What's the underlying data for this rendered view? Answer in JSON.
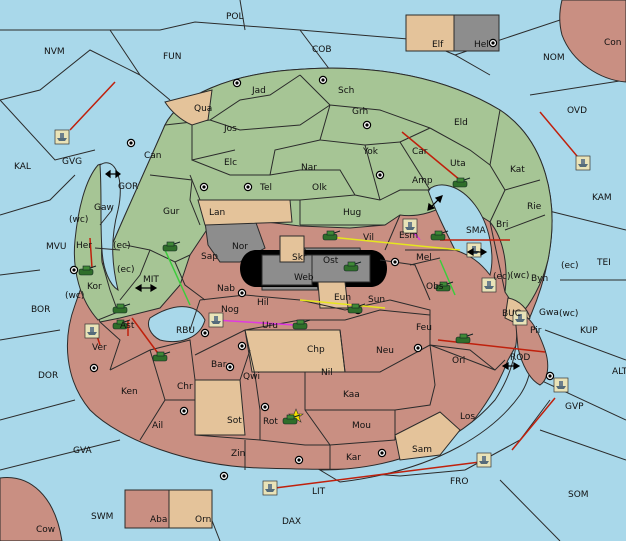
{
  "map": {
    "sea_labels": [
      "POL",
      "NVM",
      "FUN",
      "COB",
      "NOM",
      "OVD",
      "KAL",
      "GVG",
      "GOR",
      "KAM",
      "MVU",
      "MIT",
      "BOR",
      "RBU",
      "TEI",
      "DOR",
      "BUC",
      "KUP",
      "ROD",
      "ALT",
      "GVP",
      "GVA",
      "SOM",
      "FRO",
      "LIT",
      "SWM",
      "DAX",
      "SMA"
    ],
    "land_labels": [
      "Con",
      "Elf",
      "Hel",
      "Jad",
      "Sch",
      "Qua",
      "Jos",
      "Grh",
      "Eld",
      "Can",
      "Car",
      "Uta",
      "Elc",
      "Nar",
      "Yok",
      "Amp",
      "Kat",
      "Gaw",
      "Tel",
      "Olk",
      "Gur",
      "Lan",
      "Hug",
      "Rie",
      "Vil",
      "Esm",
      "Her",
      "Nor",
      "Skr",
      "Ost",
      "Mel",
      "Bri",
      "Kor",
      "Sap",
      "Web",
      "Byn",
      "Nab",
      "Eun",
      "Sun",
      "Obs",
      "Gwa",
      "Hil",
      "Nog",
      "Uru",
      "Feu",
      "Pir",
      "Ast",
      "Chp",
      "Neu",
      "Ver",
      "Bar",
      "Qwi",
      "Orl",
      "Nil",
      "Ken",
      "Chr",
      "Kaa",
      "Los",
      "Ail",
      "Sot",
      "Rot",
      "Mou",
      "Zin",
      "Kar",
      "Sam",
      "Aba",
      "Orn",
      "Cow"
    ],
    "coast_labels": [
      "(wc)",
      "(ec)",
      "(ec)",
      "(wc)",
      "(wc)",
      "(ec)",
      "(wc)",
      "(ec)"
    ]
  },
  "colors": {
    "sea": "#a9d8ea",
    "green_power": "#a6c595",
    "red_power": "#c98f82",
    "neutral": "#e4c39a",
    "impassable": "#8d8d8d",
    "order_move": "#c0200c",
    "order_support": "#e6e61e",
    "order_convoy": "#e03ae0",
    "order_green": "#3ccc3c"
  },
  "icons": {
    "army": "tank-icon",
    "fleet": "ship-icon",
    "supply_center": "supply-center-icon",
    "capital": "star-icon",
    "bidirectional": "double-arrow-icon"
  }
}
